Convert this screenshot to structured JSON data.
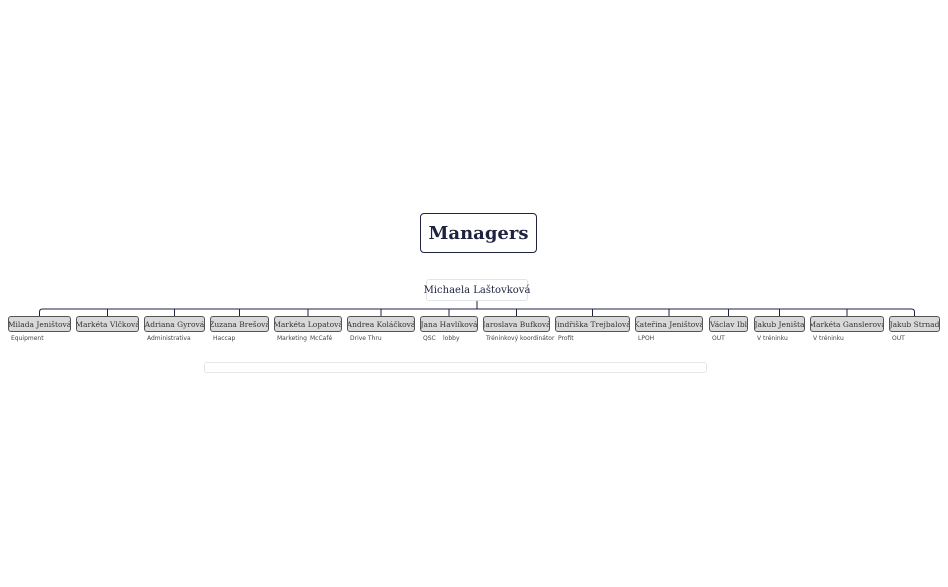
{
  "diagram": {
    "title": "Managers",
    "root": "Michaela Laštovková",
    "members": [
      {
        "name": "Milada Jeništová",
        "tags": [
          "Equipment"
        ]
      },
      {
        "name": "Markéta Vlčková",
        "tags": []
      },
      {
        "name": "Adriana Gyrová",
        "tags": [
          "Administrativa"
        ]
      },
      {
        "name": "Zuzana Brešová",
        "tags": [
          "Haccap"
        ]
      },
      {
        "name": "Markéta Lopatová",
        "tags": [
          "Marketing",
          "McCafé"
        ]
      },
      {
        "name": "Andrea Koláčková",
        "tags": [
          "Drive Thru"
        ]
      },
      {
        "name": "Jana Havlíková",
        "tags": [
          "QSC",
          "lobby"
        ]
      },
      {
        "name": "Jaroslava Bufková",
        "tags": [
          "Tréninkový koordinátor"
        ]
      },
      {
        "name": "Jindřiška Trejbalová",
        "tags": [
          "Profit"
        ]
      },
      {
        "name": "Kateřina Jeništová",
        "tags": [
          "LPOH"
        ]
      },
      {
        "name": "Václav Ibl",
        "tags": [
          "OUT"
        ]
      },
      {
        "name": "Jakub Jeništa",
        "tags": [
          "V tréninku"
        ]
      },
      {
        "name": "Markéta Ganslerová",
        "tags": [
          "V tréninku"
        ]
      },
      {
        "name": "Jakub Strnad",
        "tags": [
          "OUT"
        ]
      }
    ]
  },
  "colors": {
    "title_border": "#1f2340",
    "connector": "#1f2340",
    "leaf_fill": "#d9d9d9",
    "leaf_border": "#555555"
  }
}
